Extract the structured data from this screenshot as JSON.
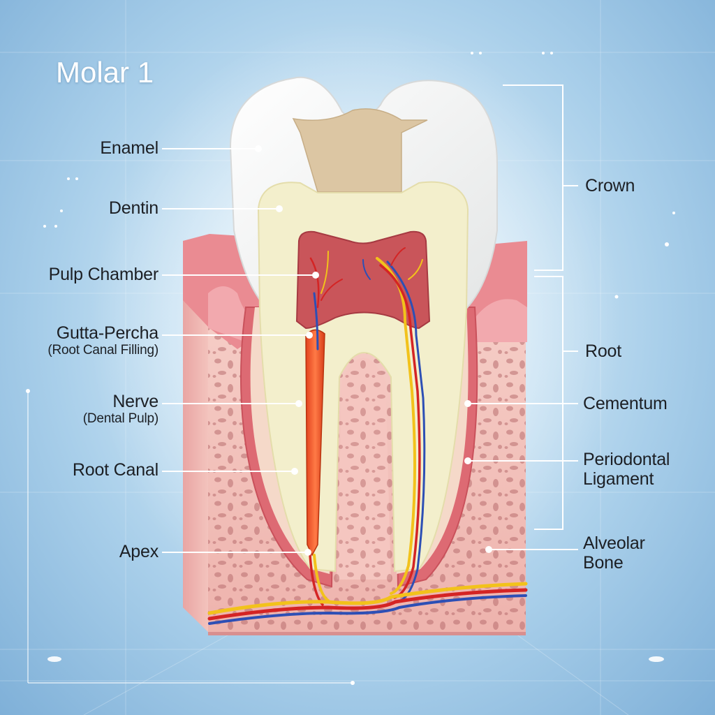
{
  "title": "Molar 1",
  "labels_left": [
    {
      "id": "enamel",
      "text": "Enamel",
      "sub": ""
    },
    {
      "id": "dentin",
      "text": "Dentin",
      "sub": ""
    },
    {
      "id": "pulp_chamber",
      "text": "Pulp Chamber",
      "sub": ""
    },
    {
      "id": "gutta_percha",
      "text": "Gutta-Percha",
      "sub": "(Root Canal Filling)"
    },
    {
      "id": "nerve",
      "text": "Nerve",
      "sub": "(Dental Pulp)"
    },
    {
      "id": "root_canal",
      "text": "Root Canal",
      "sub": ""
    },
    {
      "id": "apex",
      "text": "Apex",
      "sub": ""
    }
  ],
  "labels_right": [
    {
      "id": "crown",
      "text": "Crown",
      "sub": ""
    },
    {
      "id": "root",
      "text": "Root",
      "sub": ""
    },
    {
      "id": "cementum",
      "text": "Cementum",
      "sub": ""
    },
    {
      "id": "periodontal_ligament",
      "text": "Periodontal",
      "sub": "Ligament"
    },
    {
      "id": "alveolar_bone",
      "text": "Alveolar",
      "sub": "Bone"
    }
  ],
  "colors": {
    "enamel": "#f7f7f5",
    "dentin": "#f3efcc",
    "pulp": "#c9555a",
    "gutta_percha": "#f0582c",
    "gum": "#ec8a90",
    "bone": "#f5c6c0",
    "nerve_yellow": "#f2c21b",
    "vessel_red": "#d42424",
    "vessel_blue": "#2d4fb5",
    "leader": "#ffffff"
  }
}
